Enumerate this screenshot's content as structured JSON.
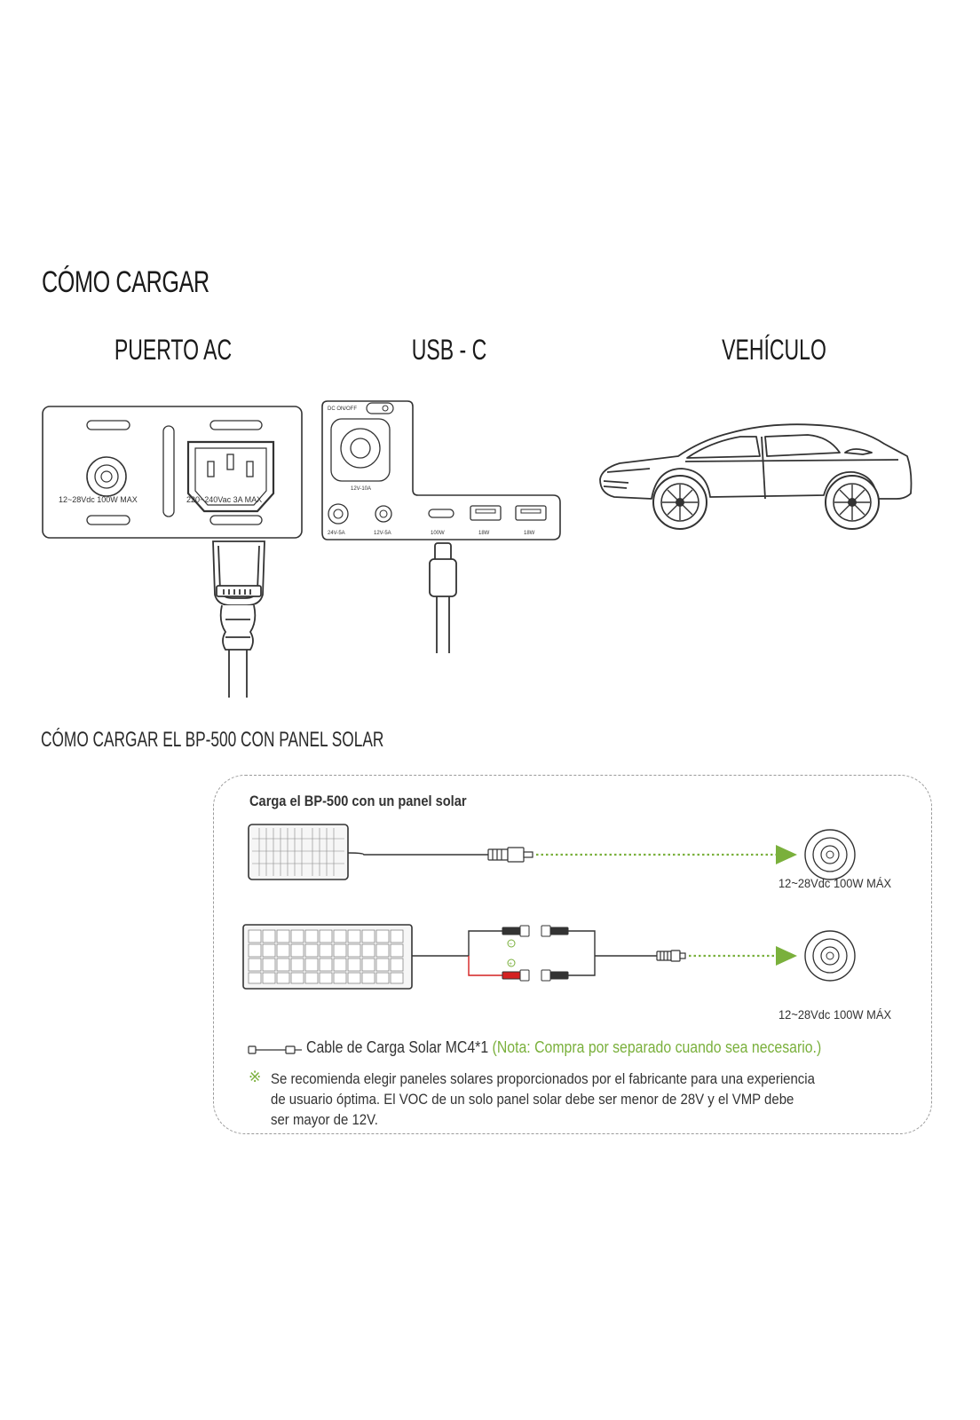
{
  "headings": {
    "main": "CÓMO CARGAR",
    "ac": "PUERTO AC",
    "usb": "USB - C",
    "vehicle": "VEHÍCULO",
    "solar_section": "CÓMO CARGAR EL BP-500 CON PANEL SOLAR"
  },
  "ac_panel": {
    "dc_label": "12~28Vdc 100W MAX",
    "ac_label": "220~240Vac 3A MAX"
  },
  "usb_panel": {
    "switch_label": "DC ON/OFF",
    "car_socket_label": "12V-10A",
    "port1": "24V-5A",
    "port2": "12V-5A",
    "port3": "100W",
    "port4": "18W",
    "port5": "18W"
  },
  "solar_box": {
    "heading": "Carga el BP-500 con un panel solar",
    "port_label_1": "12~28Vdc 100W MÁX",
    "port_label_2": "12~28Vdc 100W MÁX",
    "minus": "−",
    "plus": "+",
    "cable_text": "Cable de Carga Solar MC4*1 ",
    "cable_note": "(Nota: Compra por separado cuando sea necesario.)",
    "kome": "※",
    "note_1": "Se recomienda elegir paneles solares proporcionados por el fabricante para una experiencia",
    "note_2": "de usuario óptima. El VOC de un solo panel solar debe ser menor de 28V y el VMP debe",
    "note_3": "ser mayor de 12V."
  },
  "colors": {
    "accent_green": "#7ab03c",
    "line": "#333333",
    "wire_red": "#d42020"
  },
  "icons": {
    "ac_plug": "iec-c13-plug-icon",
    "usb_plug": "usb-c-plug-icon",
    "vehicle": "suv-car-icon",
    "solar": "solar-panel-icon"
  }
}
